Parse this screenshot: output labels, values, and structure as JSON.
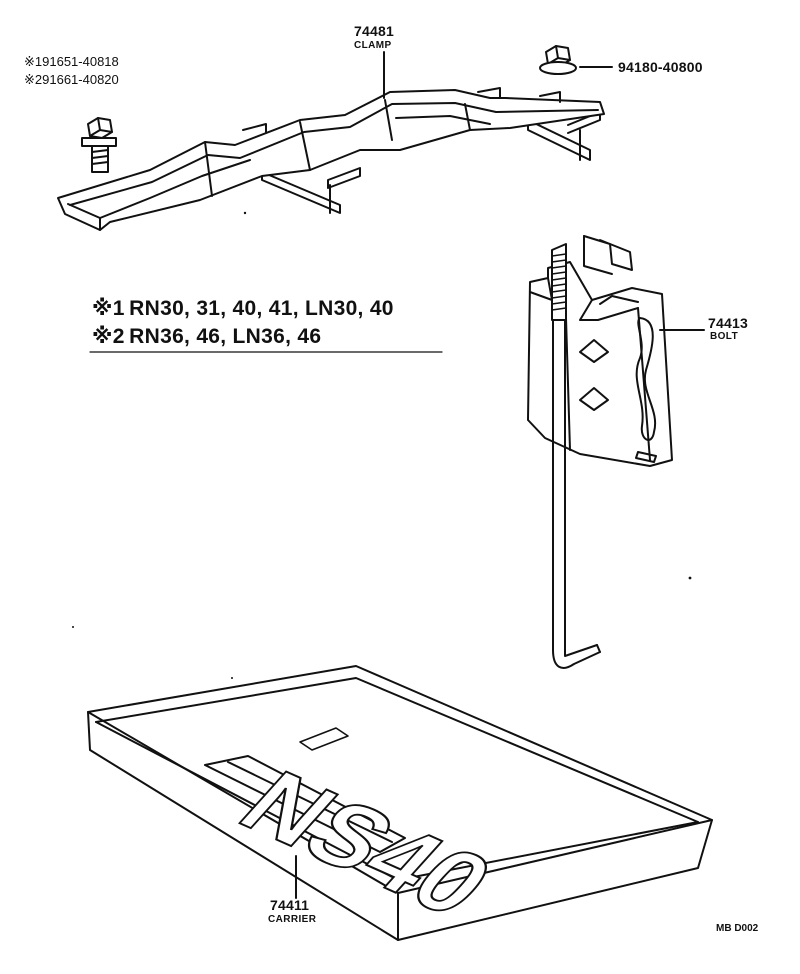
{
  "parts": {
    "clamp": {
      "number": "74481",
      "name": "CLAMP"
    },
    "bolt_alt1": {
      "marker": "※1",
      "number": "91651-40818"
    },
    "bolt_alt2": {
      "marker": "※2",
      "number": "91661-40820"
    },
    "nut": {
      "number": "94180-40800"
    },
    "bolt": {
      "number": "74413",
      "name": "BOLT"
    },
    "carrier": {
      "number": "74411",
      "name": "CARRIER"
    }
  },
  "notes": [
    {
      "marker": "※1",
      "text": "RN30, 31, 40, 41, LN30, 40"
    },
    {
      "marker": "※2",
      "text": "RN36, 46, LN36, 46"
    }
  ],
  "tray_marking": "NS40",
  "figure_code": "MB D002"
}
